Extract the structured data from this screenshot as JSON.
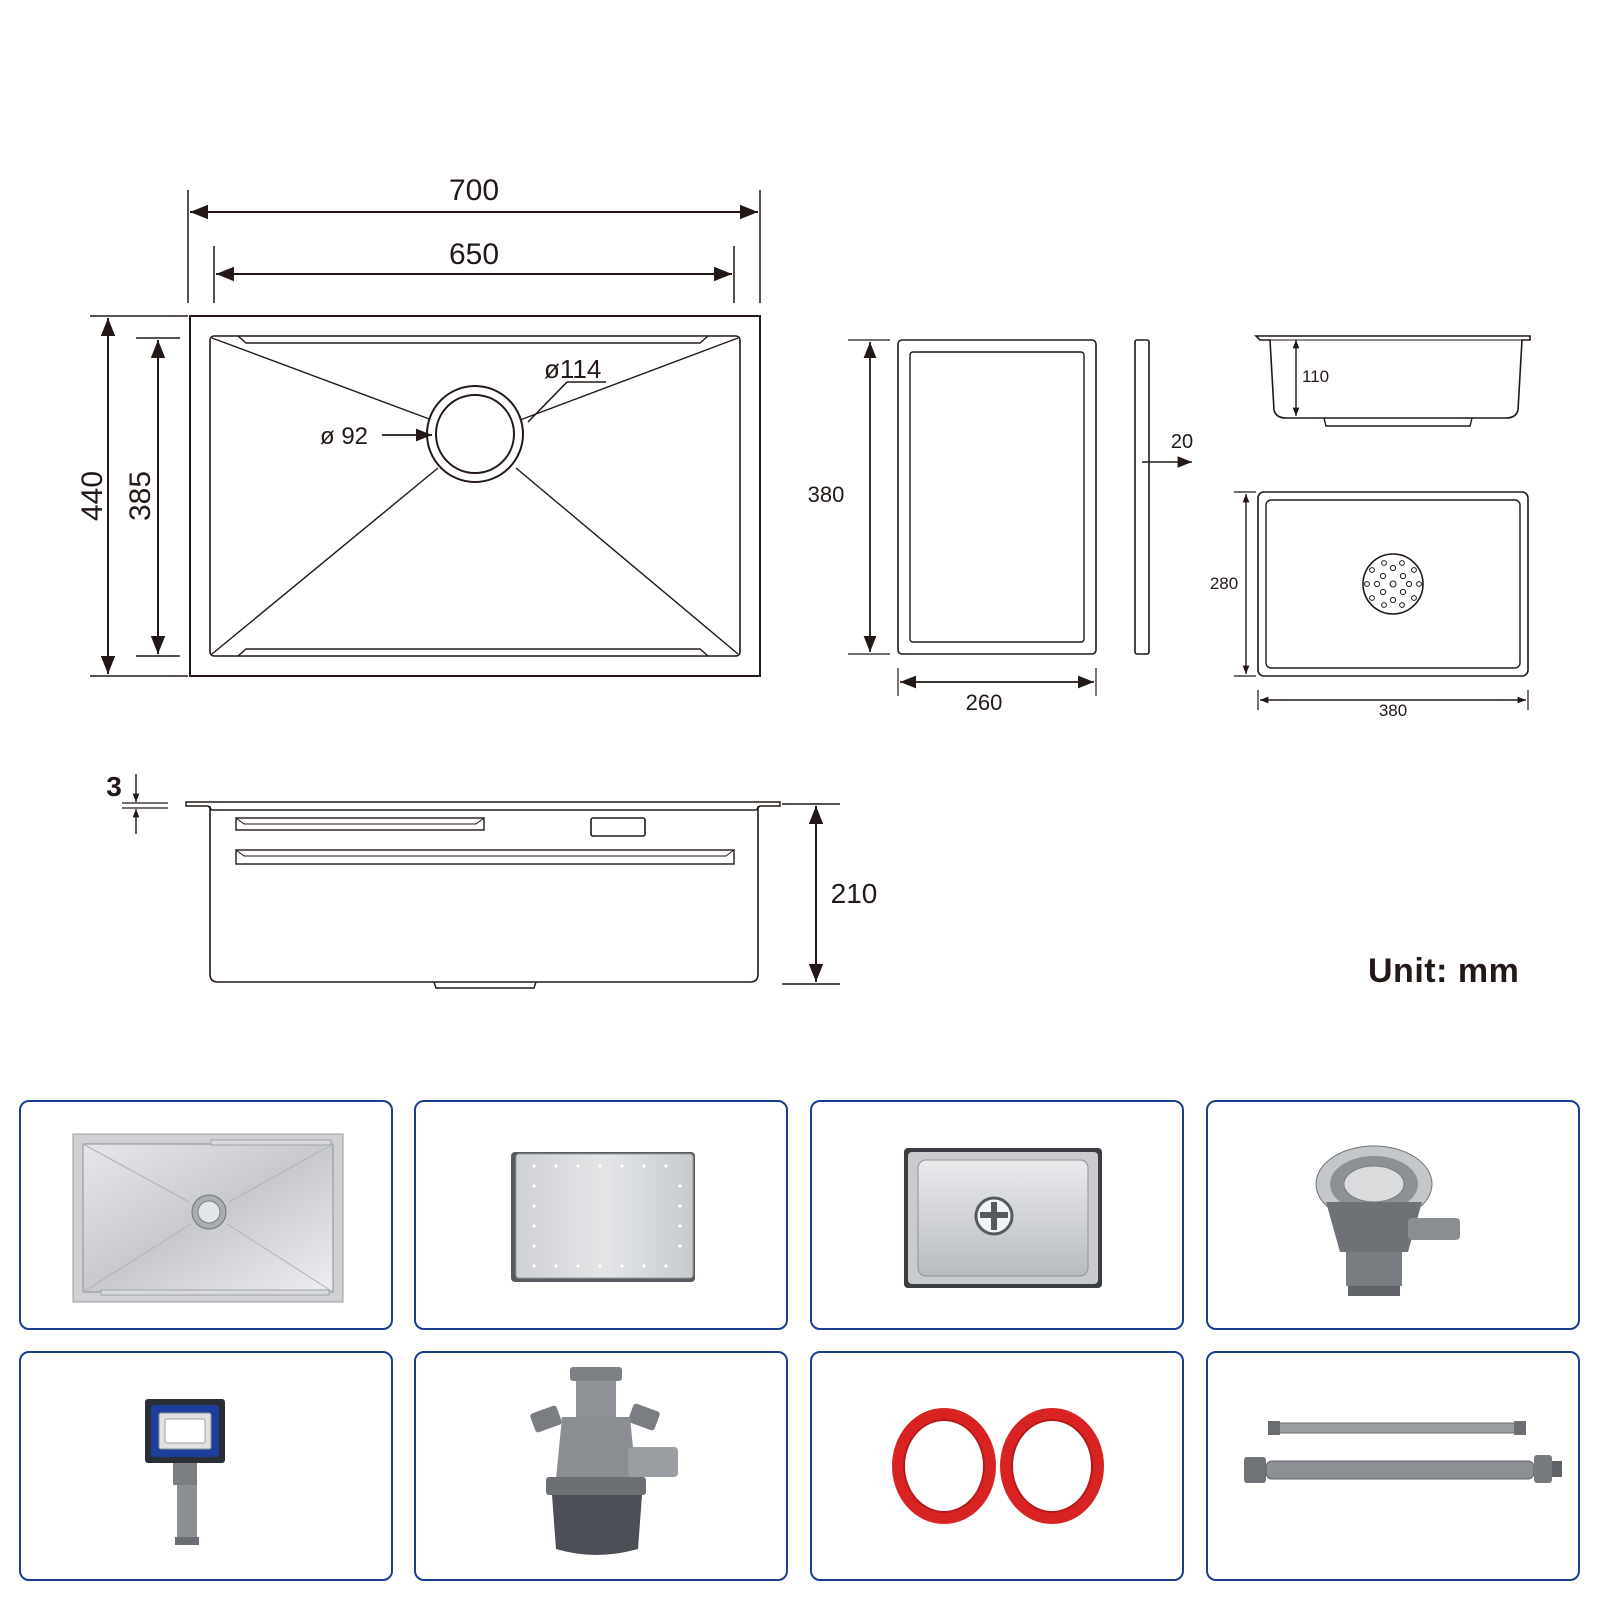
{
  "drawing": {
    "top_view": {
      "outer_width": "700",
      "inner_width": "650",
      "outer_height": "440",
      "inner_height": "385",
      "drain_outer_dia": "ø114",
      "drain_inner_dia": "ø 92"
    },
    "cutting_board": {
      "height": "380",
      "width": "260",
      "thickness": "20"
    },
    "basket": {
      "depth": "110",
      "height": "280",
      "width": "380"
    },
    "side_view": {
      "flange": "3",
      "depth": "210"
    },
    "unit_label": "Unit: mm"
  },
  "accessories": [
    {
      "name": "sink",
      "icon": "sink-icon"
    },
    {
      "name": "cutting-board",
      "icon": "cutting-board-icon"
    },
    {
      "name": "drain-basket",
      "icon": "drain-basket-icon"
    },
    {
      "name": "strainer",
      "icon": "strainer-icon"
    },
    {
      "name": "overflow",
      "icon": "overflow-icon"
    },
    {
      "name": "trap",
      "icon": "trap-icon"
    },
    {
      "name": "seal-rings",
      "icon": "seal-ring-icon"
    },
    {
      "name": "hoses",
      "icon": "hose-icon"
    }
  ],
  "colors": {
    "line": "#231815",
    "card_border": "#1a3d8f",
    "seal_red": "#d92323"
  }
}
